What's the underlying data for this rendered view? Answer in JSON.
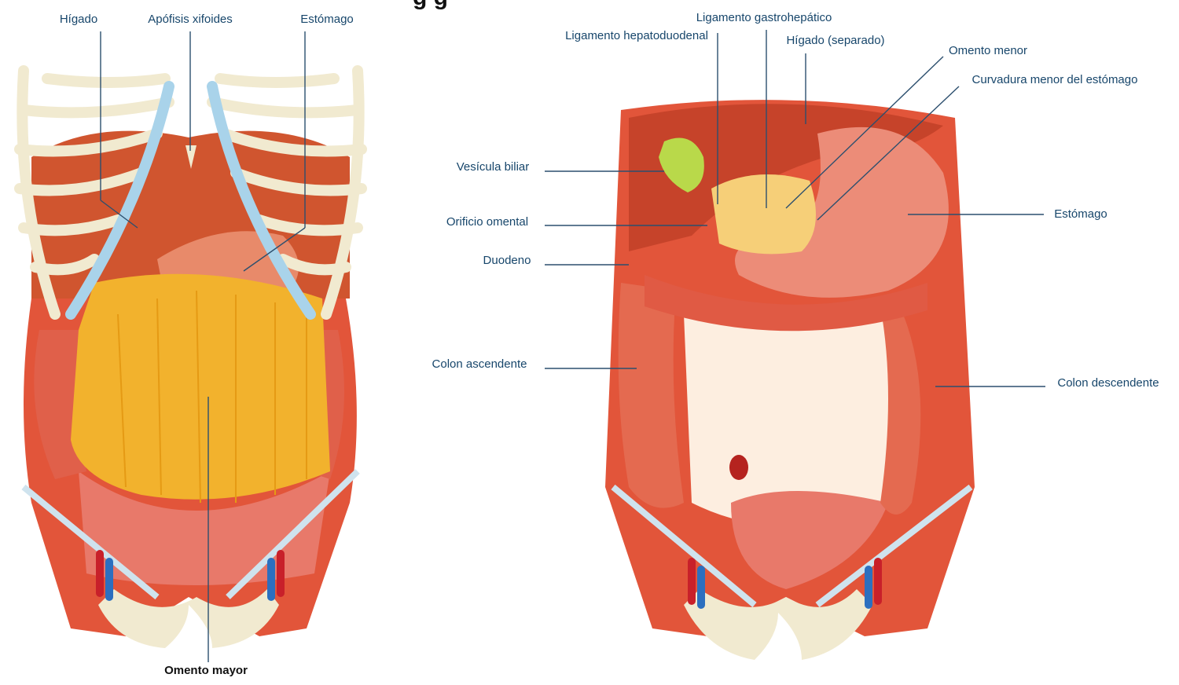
{
  "header": {
    "title_fragment": "g                g"
  },
  "left_figure": {
    "labels": {
      "liver": "Hígado",
      "xiphoid": "Apófisis xifoides",
      "stomach": "Estómago",
      "greater_omentum": "Omento mayor"
    }
  },
  "right_figure": {
    "labels": {
      "gastrohepatic": "Ligamento gastrohepático",
      "hepatoduodenal": "Ligamento hepatoduodenal",
      "liver_separated": "Hígado (separado)",
      "lesser_omentum": "Omento menor",
      "lesser_curvature": "Curvadura menor del estómago",
      "gallbladder": "Vesícula biliar",
      "omental_foramen": "Orificio omental",
      "duodenum": "Duodeno",
      "stomach": "Estómago",
      "ascending_colon": "Colon ascendente",
      "descending_colon": "Colon descendente"
    }
  },
  "colors": {
    "label_text": "#17466b",
    "leader_line": "#2c4f6e",
    "muscle": "#e2553a",
    "organ": "#d9623f",
    "omentum": "#f2b22d",
    "cartilage": "#a9d3ea",
    "bone": "#f1ead0",
    "gallbladder": "#b9d94a"
  }
}
